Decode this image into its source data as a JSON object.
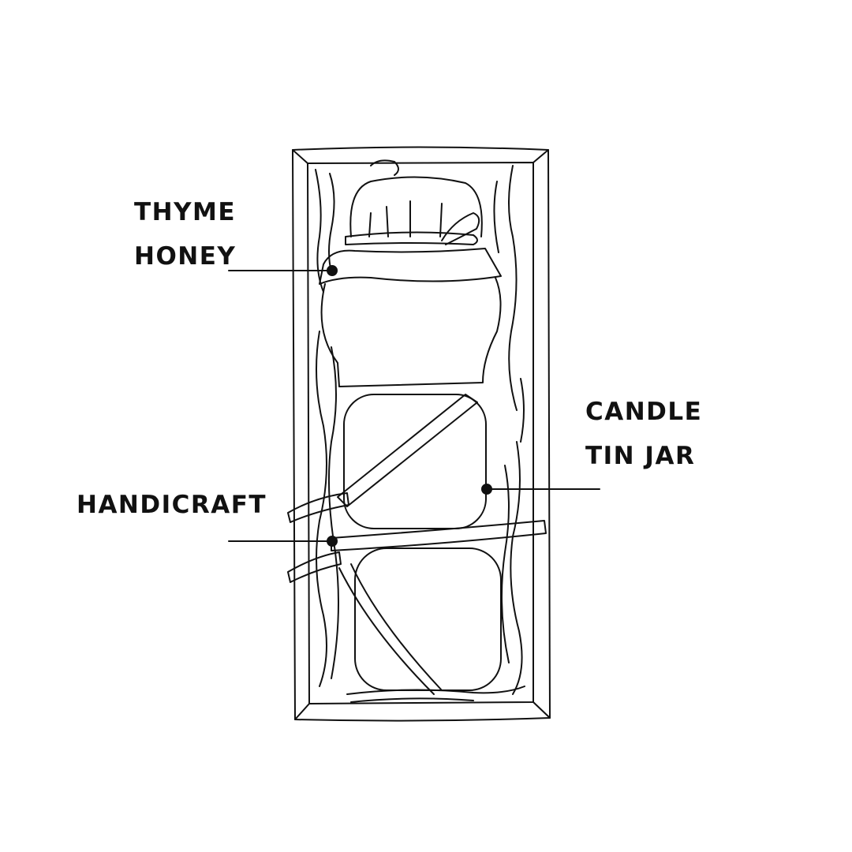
{
  "labels": {
    "thyme_honey": [
      "THYME",
      "HONEY"
    ],
    "candle_tin_jar": [
      "CANDLE",
      "TIN JAR"
    ],
    "handicraft": [
      "HANDICRAFT"
    ]
  },
  "colors": {
    "ink": "#111111",
    "background": "#ffffff"
  }
}
